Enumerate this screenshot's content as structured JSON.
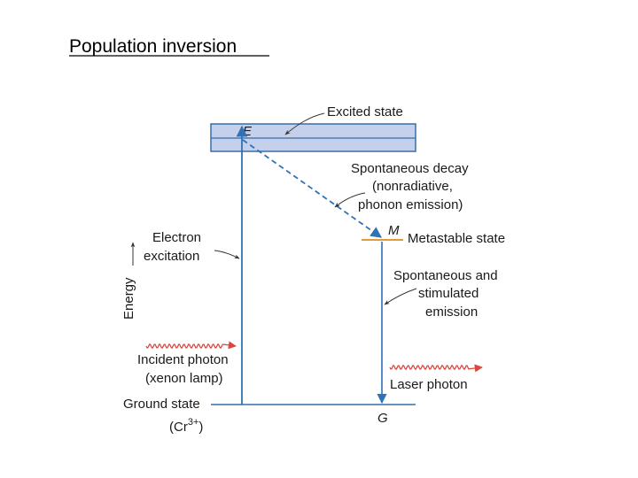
{
  "title": "Population inversion",
  "labels": {
    "excited_state": "Excited state",
    "level_e": "E",
    "decay_line1": "Spontaneous decay",
    "decay_line2": "(nonradiative,",
    "decay_line3": "phonon emission)",
    "level_m": "M",
    "metastable_state": "Metastable state",
    "emission_line1": "Spontaneous and",
    "emission_line2": "stimulated",
    "emission_line3": "emission",
    "laser_photon": "Laser photon",
    "level_g": "G",
    "electron_line1": "Electron",
    "electron_line2": "excitation",
    "energy_axis": "Energy",
    "incident_line1": "Incident photon",
    "incident_line2": "(xenon lamp)",
    "ground_state": "Ground state",
    "cr_open": "(Cr",
    "cr_sup": "3+",
    "cr_close": ")"
  },
  "colors": {
    "band_fill": "#c5d1ec",
    "level_line": "#3a6ea5",
    "arrow": "#2f72b5",
    "metastable": "#e39a3a",
    "photon": "#d9473f",
    "pointer": "#333333"
  }
}
